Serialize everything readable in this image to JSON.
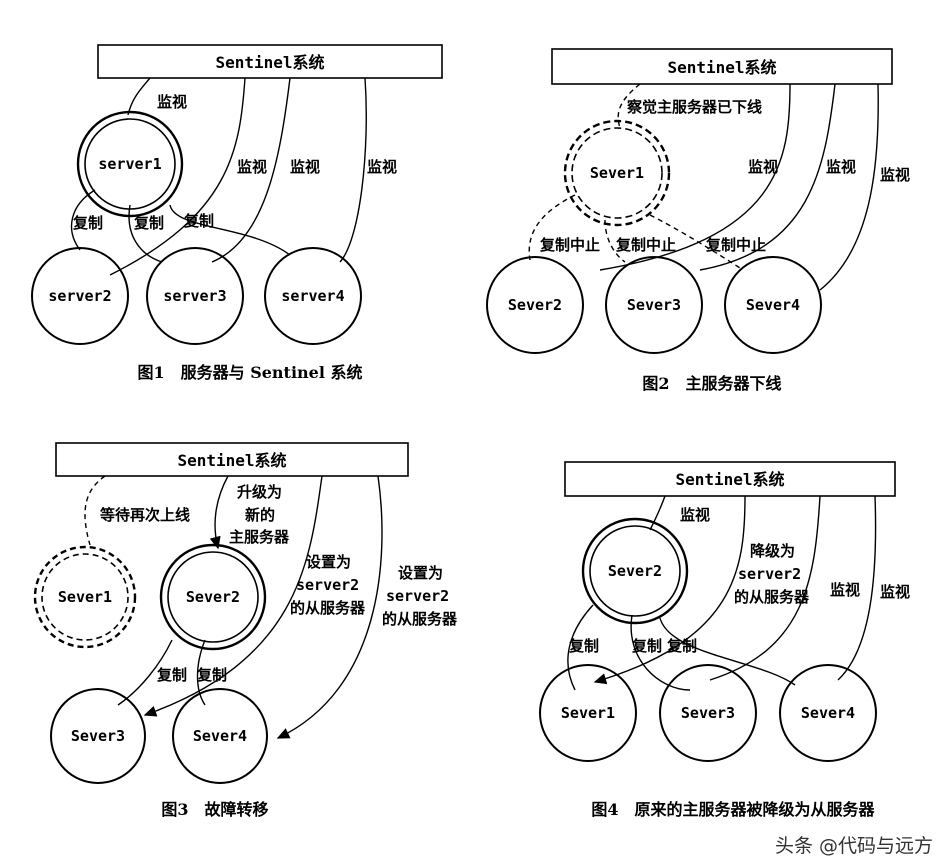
{
  "fig1": {
    "sentinel": "Sentinel系统",
    "master": "server1",
    "slaves": [
      "server2",
      "server3",
      "server4"
    ],
    "monitor": "监视",
    "replicate": "复制",
    "caption": "图1　服务器与 Sentinel 系统"
  },
  "fig2": {
    "sentinel": "Sentinel系统",
    "master": "Sever1",
    "slaves": [
      "Sever2",
      "Sever3",
      "Sever4"
    ],
    "detect": "察觉主服务器已下线",
    "monitor": "监视",
    "repl_stop": "复制中止",
    "caption": "图2　主服务器下线"
  },
  "fig3": {
    "sentinel": "Sentinel系统",
    "old_master": "Sever1",
    "new_master": "Sever2",
    "slaves": [
      "Sever3",
      "Sever4"
    ],
    "wait": "等待再次上线",
    "promote": [
      "升级为",
      "新的",
      "主服务器"
    ],
    "set_slave": [
      "设置为",
      "server2",
      "的从服务器"
    ],
    "replicate": "复制",
    "caption": "图3　故障转移"
  },
  "fig4": {
    "sentinel": "Sentinel系统",
    "master": "Sever2",
    "slaves": [
      "Sever1",
      "Sever3",
      "Sever4"
    ],
    "monitor": "监视",
    "demote": [
      "降级为",
      "server2",
      "的从服务器"
    ],
    "replicate": "复制",
    "caption": "图4　原来的主服务器被降级为从服务器"
  },
  "watermark": "头条 @代码与远方"
}
